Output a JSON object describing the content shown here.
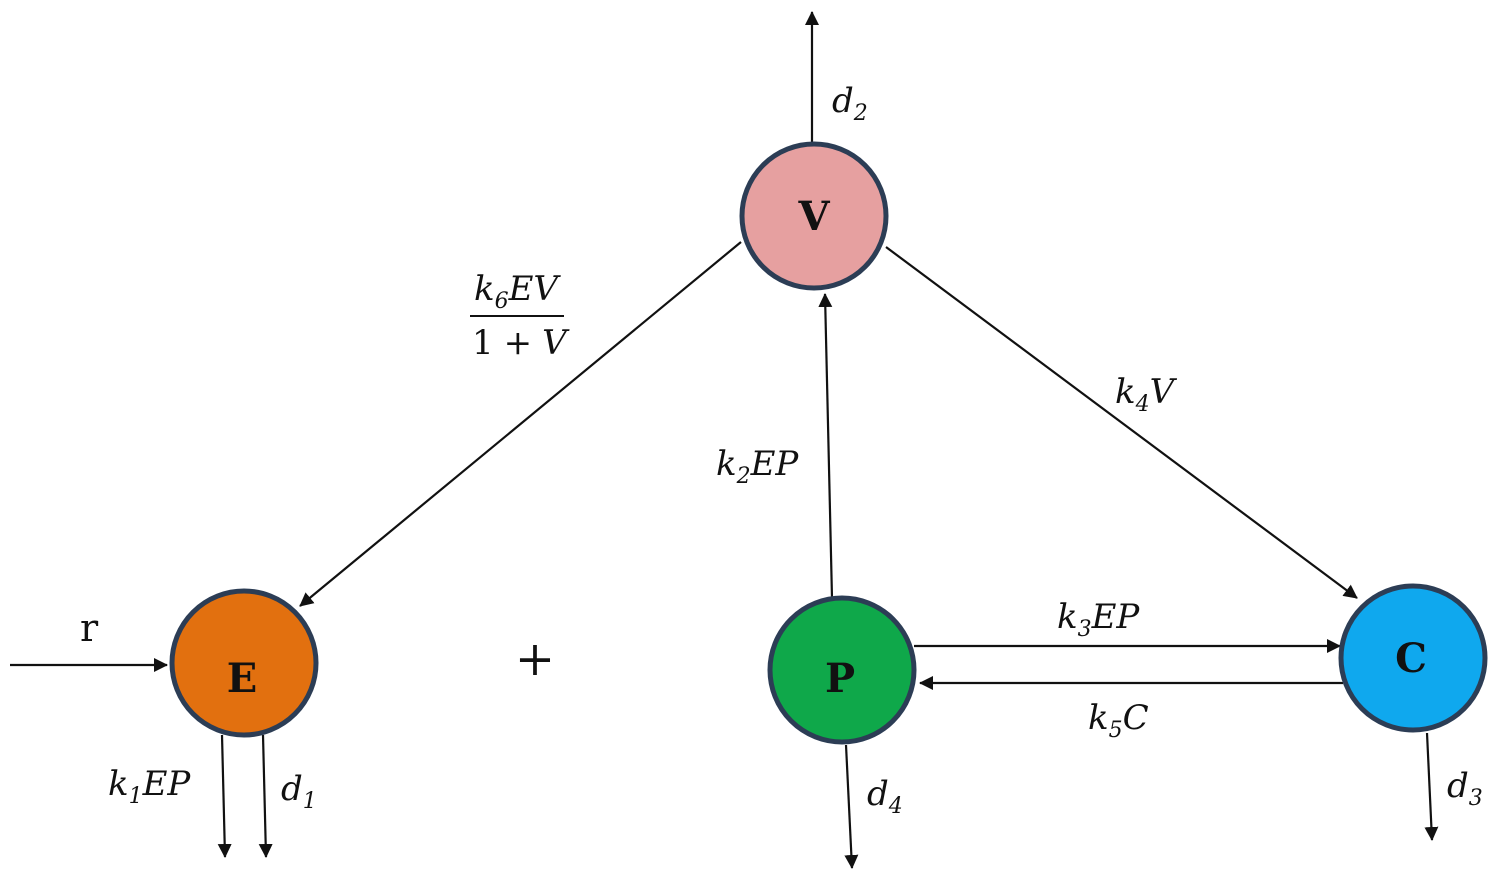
{
  "nodes": {
    "V": {
      "label": "V",
      "color": "#e6a0a0"
    },
    "E": {
      "label": "E",
      "color": "#e2700f"
    },
    "P": {
      "label": "P",
      "color": "#0fa84a"
    },
    "C": {
      "label": "C",
      "color": "#0fa8ee"
    }
  },
  "node_border_color": "#2c3d55",
  "labels": {
    "d2": {
      "base": "d",
      "sub": "2"
    },
    "d1": {
      "base": "d",
      "sub": "1"
    },
    "d3": {
      "base": "d",
      "sub": "3"
    },
    "d4": {
      "base": "d",
      "sub": "4"
    },
    "k1EP": {
      "pre": "k",
      "sub": "1",
      "post": "EP"
    },
    "k2EP": {
      "pre": "k",
      "sub": "2",
      "post": "EP"
    },
    "k3EP": {
      "pre": "k",
      "sub": "3",
      "post": "EP"
    },
    "k4V": {
      "pre": "k",
      "sub": "4",
      "post": "V"
    },
    "k5C": {
      "pre": "k",
      "sub": "5",
      "post": "C"
    },
    "k6": {
      "pre": "k",
      "sub": "6",
      "post": "EV",
      "denominator_one": "1",
      "denominator_plus": "+",
      "denominator_var": "V"
    },
    "r": "r",
    "plus": "+"
  }
}
